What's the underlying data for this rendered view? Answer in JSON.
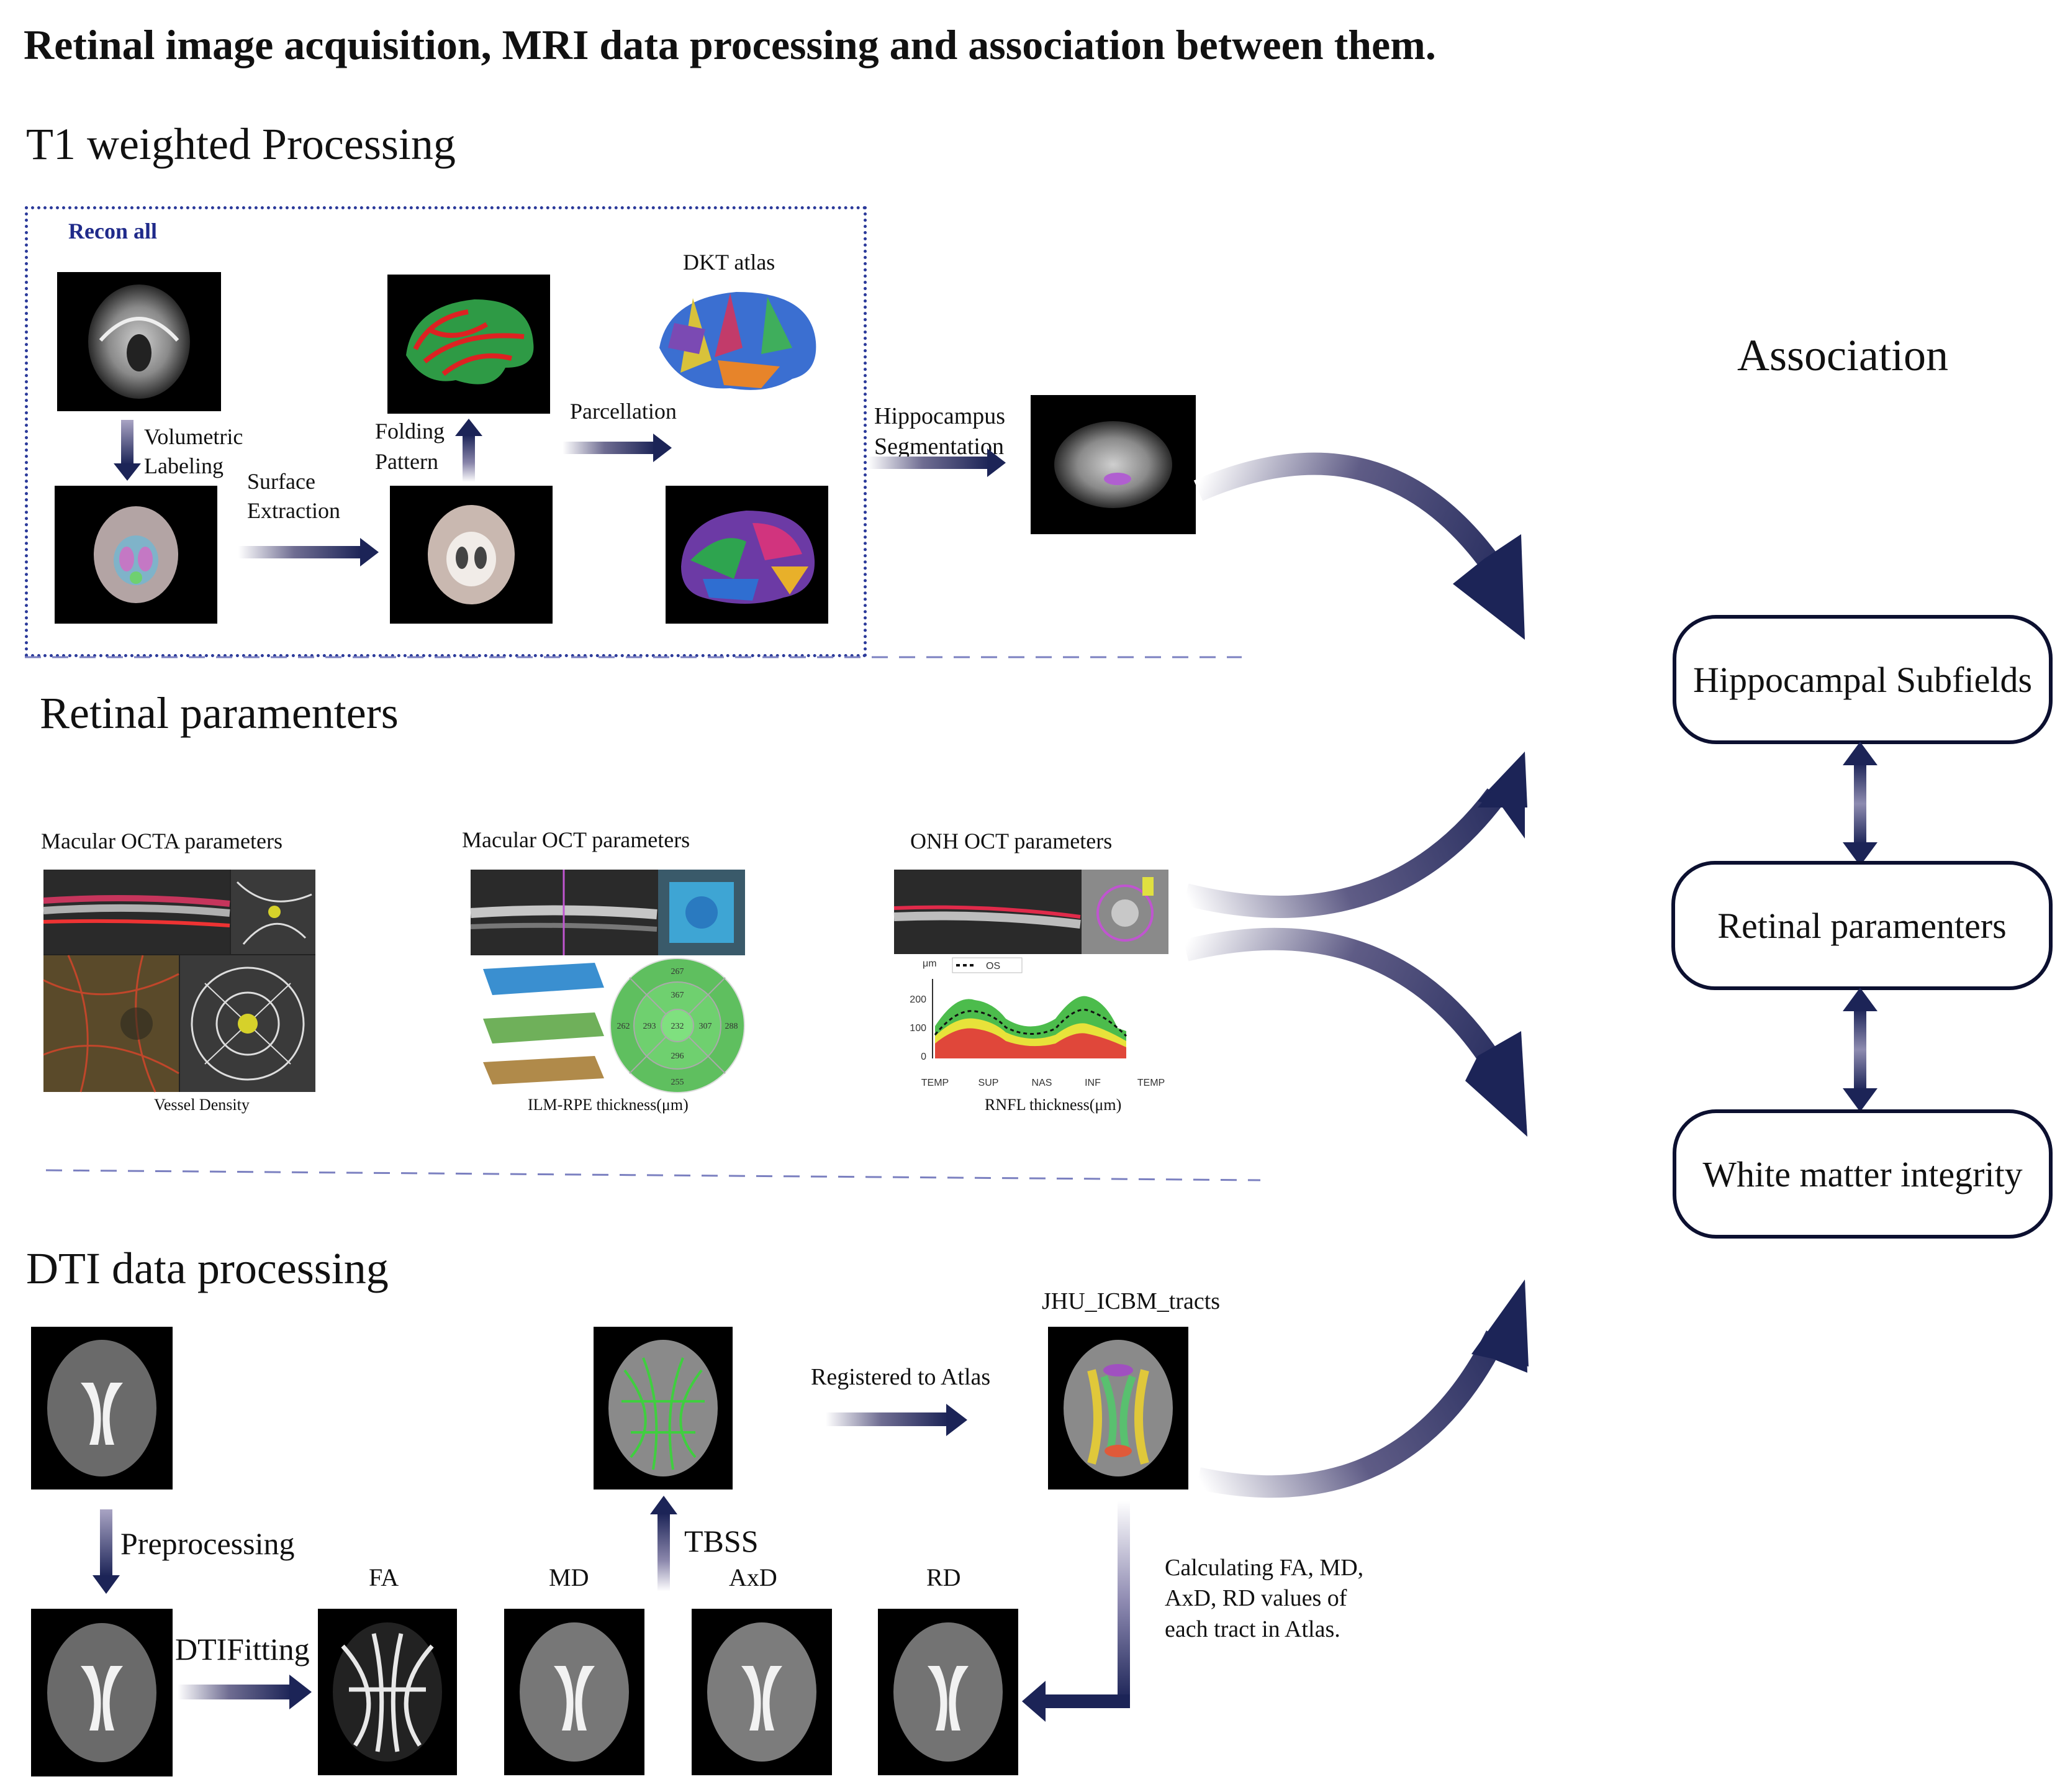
{
  "title": "Retinal image acquisition, MRI data processing and association between them.",
  "sections": {
    "t1": "T1 weighted Processing",
    "retinal": "Retinal paramenters",
    "dti": "DTI data processing",
    "association": "Association"
  },
  "recon": {
    "label": "Recon all",
    "volumetric": [
      "Volumetric",
      "Labeling"
    ],
    "surface": [
      "Surface",
      "Extraction"
    ],
    "folding": [
      "Folding",
      "Pattern"
    ],
    "parcellation": "Parcellation",
    "dkt": "DKT atlas",
    "hippo": [
      "Hippocampus",
      "Segmentation"
    ]
  },
  "retinal": {
    "octa_title": "Macular OCTA parameters",
    "octa_caption": "Vessel Density",
    "oct_title": "Macular OCT parameters",
    "oct_caption": "ILM-RPE thickness(μm)",
    "oct_grid": {
      "outer_top": "267",
      "inner_top": "367",
      "outer_left": "262",
      "inner_left": "293",
      "center": "232",
      "inner_right": "307",
      "outer_right": "288",
      "inner_bottom": "296",
      "outer_bottom": "255"
    },
    "onh_title": "ONH OCT parameters",
    "onh_caption": "RNFL thickness(μm)",
    "onh_unit": "μm",
    "onh_legend": "OS",
    "onh_yticks": [
      "200",
      "100",
      "0"
    ],
    "onh_xticks": [
      "TEMP",
      "SUP",
      "NAS",
      "INF",
      "TEMP"
    ]
  },
  "dti": {
    "preprocessing": "Preprocessing",
    "dtifitting": "DTIFitting",
    "tbss": "TBSS",
    "registered": "Registered to Atlas",
    "atlas": "JHU_ICBM_tracts",
    "fa": "FA",
    "md": "MD",
    "axd": "AxD",
    "rd": "RD",
    "calc": [
      "Calculating FA, MD,",
      "AxD, RD values of",
      "each tract in Atlas."
    ]
  },
  "association": {
    "boxes": [
      "Hippocampal Subfields",
      "Retinal paramenters",
      "White matter integrity"
    ]
  },
  "colors": {
    "arrow_dark": "#1c2457",
    "recon_border": "#2b3a9a",
    "divider": "#7b80c0"
  }
}
